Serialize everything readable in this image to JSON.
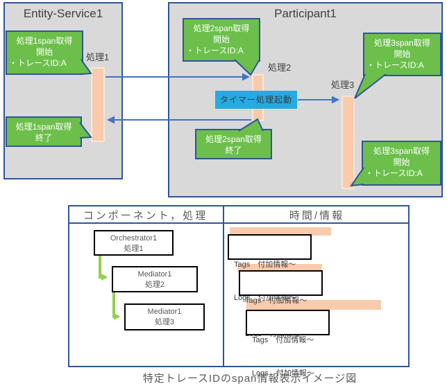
{
  "colors": {
    "box_fill": "#D9D9D9",
    "border_blue": "#2F5597",
    "callout_green": "#6CBF4B",
    "activation_peach": "#F8CBAD",
    "timer_cyan": "#25AAE1",
    "arrow_blue": "#4472C4",
    "arrow_green": "#92D050"
  },
  "diagram": {
    "entity": {
      "title": "Entity-Service1"
    },
    "participant": {
      "title": "Participant1"
    },
    "processes": {
      "p1": "処理1",
      "p2": "処理2",
      "p3": "処理3"
    },
    "timer": {
      "label": "タイマー処理起動"
    },
    "callouts": [
      {
        "lines": [
          "処理1span取得",
          "開始",
          "・トレースID:A"
        ]
      },
      {
        "lines": [
          "処理1span取得",
          "終了"
        ]
      },
      {
        "lines": [
          "処理2span取得",
          "開始",
          "・トレースID:A"
        ]
      },
      {
        "lines": [
          "処理2span取得",
          "終了"
        ]
      },
      {
        "lines": [
          "処理3span取得",
          "開始",
          "・トレースID:A"
        ]
      },
      {
        "lines": [
          "処理3span取得",
          "開始",
          "・トレースID:A"
        ]
      }
    ]
  },
  "table": {
    "header_left": "コンポーネント，処理",
    "header_right": "時間/情報",
    "nodes": [
      {
        "name": "Orchestrator1",
        "process": "処理1"
      },
      {
        "name": "Mediator1",
        "process": "処理2"
      },
      {
        "name": "Mediator1",
        "process": "処理3"
      }
    ],
    "span_boxes": [
      {
        "tags": "Tags　付加情報～",
        "logs": "Logs　付加情報～"
      },
      {
        "tags": "Tags　付加情報～",
        "logs": "Logs　付加情報～"
      },
      {
        "tags": "Tags　付加情報～",
        "logs": "Logs　付加情報～"
      }
    ]
  },
  "caption": {
    "text": "特定トレースIDのspan情報表示イメージ図"
  }
}
